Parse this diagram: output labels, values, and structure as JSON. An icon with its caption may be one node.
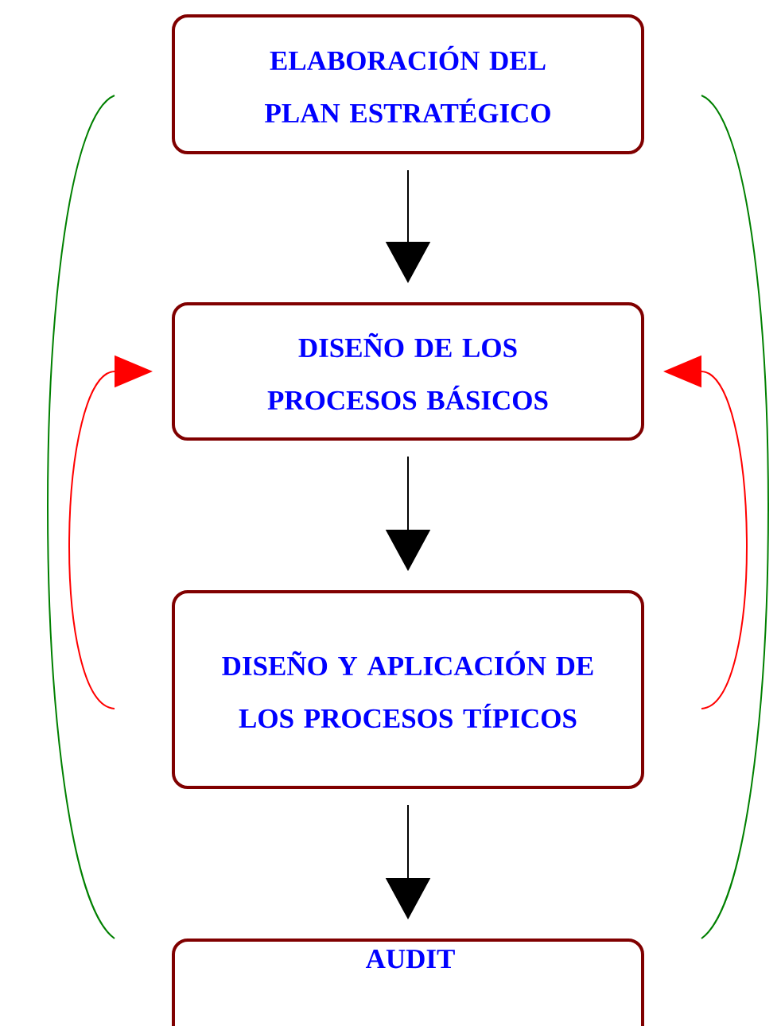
{
  "diagram": {
    "nodes": [
      {
        "text": [
          "ELABORACIÓN DEL PLAN ESTRATÉGICO"
        ]
      },
      {
        "text": [
          "DISEÑO DE LOS PROCESOS BÁSICOS"
        ]
      },
      {
        "text": [
          "DISEÑO Y APLICACIÓN DE LOS PROCESOS TÍPICOS"
        ]
      },
      {
        "text": [
          "AUDIT"
        ]
      }
    ],
    "edges": [
      {
        "from": 0,
        "to": 1,
        "arrow": "to"
      },
      {
        "from": 1,
        "to": 2,
        "arrow": "to"
      },
      {
        "from": 2,
        "to": 3,
        "arrow": "to"
      },
      {
        "from": 2,
        "to": 1,
        "arrow": "to",
        "color": "#ff0000"
      },
      {
        "from": 2,
        "to": 1,
        "arrow": "to",
        "color": "#ff0000"
      },
      {
        "from": 0,
        "to": 3,
        "arrow": "none",
        "color": "#008000"
      },
      {
        "from": 0,
        "to": 3,
        "arrow": "none",
        "color": "#008000"
      }
    ]
  }
}
